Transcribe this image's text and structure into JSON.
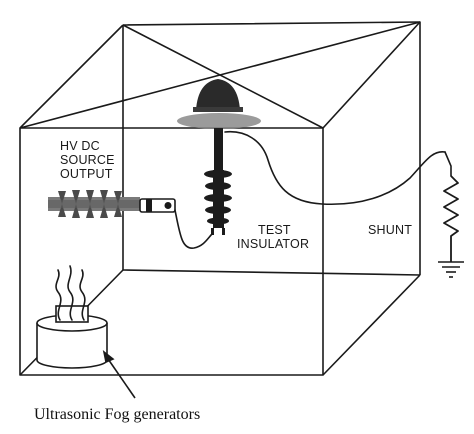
{
  "labels": {
    "hv_source_line1": "HV DC",
    "hv_source_line2": "SOURCE",
    "hv_source_line3": "OUTPUT",
    "test_insulator_line1": "TEST",
    "test_insulator_line2": "INSULATOR",
    "shunt": "SHUNT"
  },
  "caption": "Ultrasonic Fog generators",
  "colors": {
    "line": "#1a1a1a",
    "insulator": "#1c1c1c",
    "cap": "#2a2a2a",
    "fog_cloud": "#8a8a8a"
  }
}
